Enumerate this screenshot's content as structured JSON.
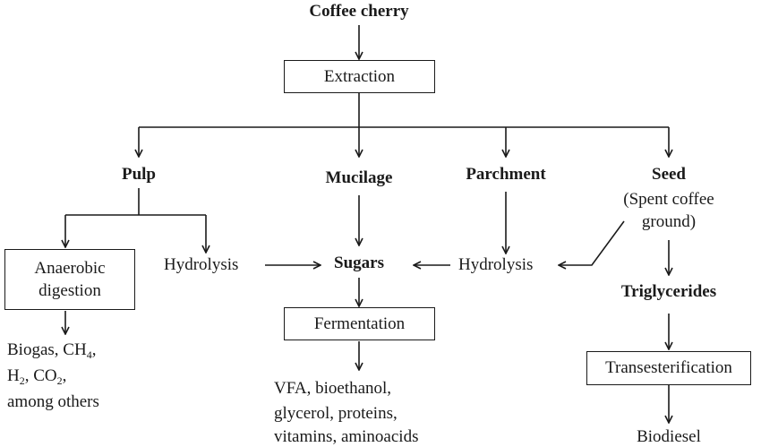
{
  "diagram": {
    "title": "Coffee cherry",
    "extraction": "Extraction",
    "pulp": "Pulp",
    "mucilage": "Mucilage",
    "parchment": "Parchment",
    "seed": "Seed",
    "seed_note_line1": "(Spent coffee",
    "seed_note_line2": "ground)",
    "anaerobic_line1": "Anaerobic",
    "anaerobic_line2": "digestion",
    "hydrolysis_left": "Hydrolysis",
    "sugars": "Sugars",
    "hydrolysis_right": "Hydrolysis",
    "triglycerides": "Triglycerides",
    "fermentation": "Fermentation",
    "transesterification": "Transesterification",
    "biogas": {
      "line1_pre": "Biogas, CH",
      "line1_sub": "4",
      "line1_post": ",",
      "line2_a": "H",
      "line2_sub_a": "2",
      "line2_mid": ", CO",
      "line2_sub_b": "2",
      "line2_post": ",",
      "line3": "among others"
    },
    "products_line1": "VFA, bioethanol,",
    "products_line2": "glycerol, proteins,",
    "products_line3": "vitamins, aminoacids",
    "biodiesel": "Biodiesel"
  }
}
